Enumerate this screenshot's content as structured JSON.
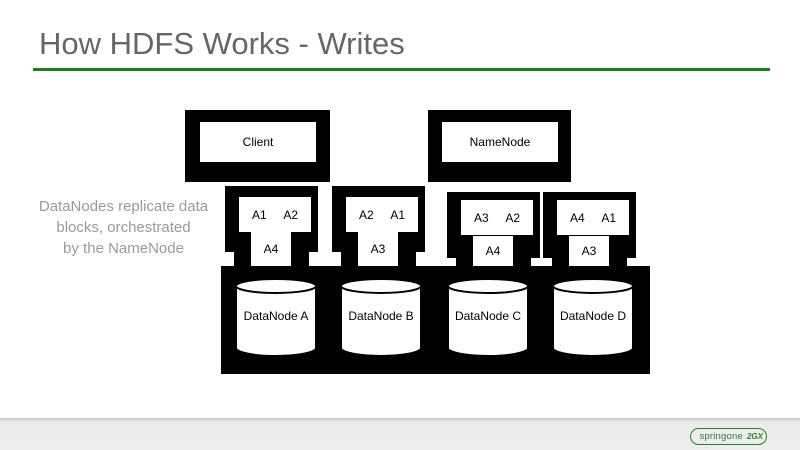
{
  "title": "How HDFS Works - Writes",
  "note": {
    "lines": [
      "DataNodes replicate data",
      "blocks, orchestrated",
      "by the NameNode"
    ]
  },
  "nodes": {
    "client": {
      "label": "Client"
    },
    "namenode": {
      "label": "NameNode"
    }
  },
  "datanodes": [
    {
      "name": "DataNode A",
      "top_blocks": [
        "A1",
        "A2"
      ],
      "bottom_block": "A4"
    },
    {
      "name": "DataNode B",
      "top_blocks": [
        "A2",
        "A1"
      ],
      "bottom_block": "A3"
    },
    {
      "name": "DataNode C",
      "top_blocks": [
        "A3",
        "A2"
      ],
      "bottom_block": "A4"
    },
    {
      "name": "DataNode D",
      "top_blocks": [
        "A4",
        "A1"
      ],
      "bottom_block": "A3"
    }
  ],
  "footer": {
    "logo_text": "springone",
    "logo_suffix": "2GX"
  },
  "colors": {
    "accent_green": "#1f7d1f",
    "title_gray": "#666666",
    "note_gray": "#9a9a9a",
    "logo_green": "#2f7d2f"
  }
}
